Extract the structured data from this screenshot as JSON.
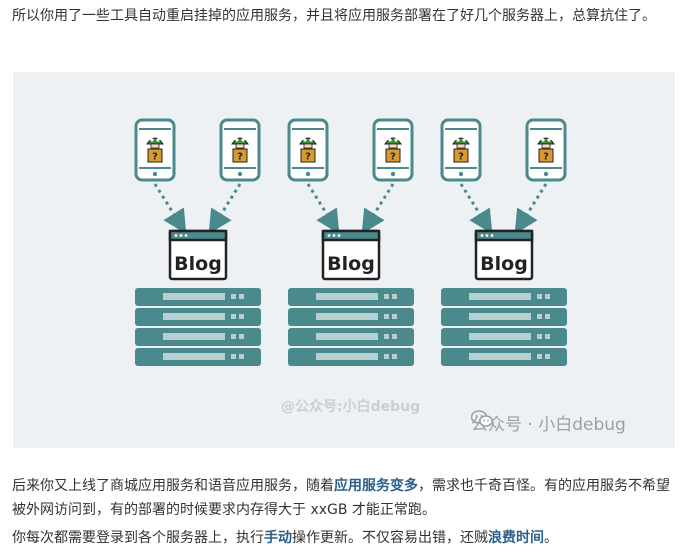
{
  "intro": {
    "text": "所以你用了一些工具自动重启挂掉的应用服务，并且将应用服务部署在了好几个服务器上，总算抗住了。"
  },
  "figure": {
    "server_label": "Blog",
    "watermark": "@公众号:小白debug",
    "brand": "公众号 · 小白debug",
    "colors": {
      "phone": "#4a8a8d",
      "server": "#4a8a8d",
      "arrow": "#4a8a8d",
      "background": "#eef1f4"
    },
    "icons": [
      "phone-icon",
      "mushroom-icon",
      "question-block-icon",
      "browser-window-icon",
      "server-rack-icon",
      "wechat-icon"
    ]
  },
  "p2": {
    "part1": "后来你又上线了商城应用服务和语音应用服务，随着",
    "hl1": "应用服务变多",
    "part2": "，需求也千奇百怪。有的应用服务不希望被外网访问到，有的部署的时候要求内存得大于 xxGB 才能正常跑。"
  },
  "p3": {
    "part1": "你每次都需要登录到各个服务器上，执行",
    "hl1": "手动",
    "part2": "操作更新。不仅容易出错，还贼",
    "hl2": "浪费时间",
    "part3": "。"
  }
}
